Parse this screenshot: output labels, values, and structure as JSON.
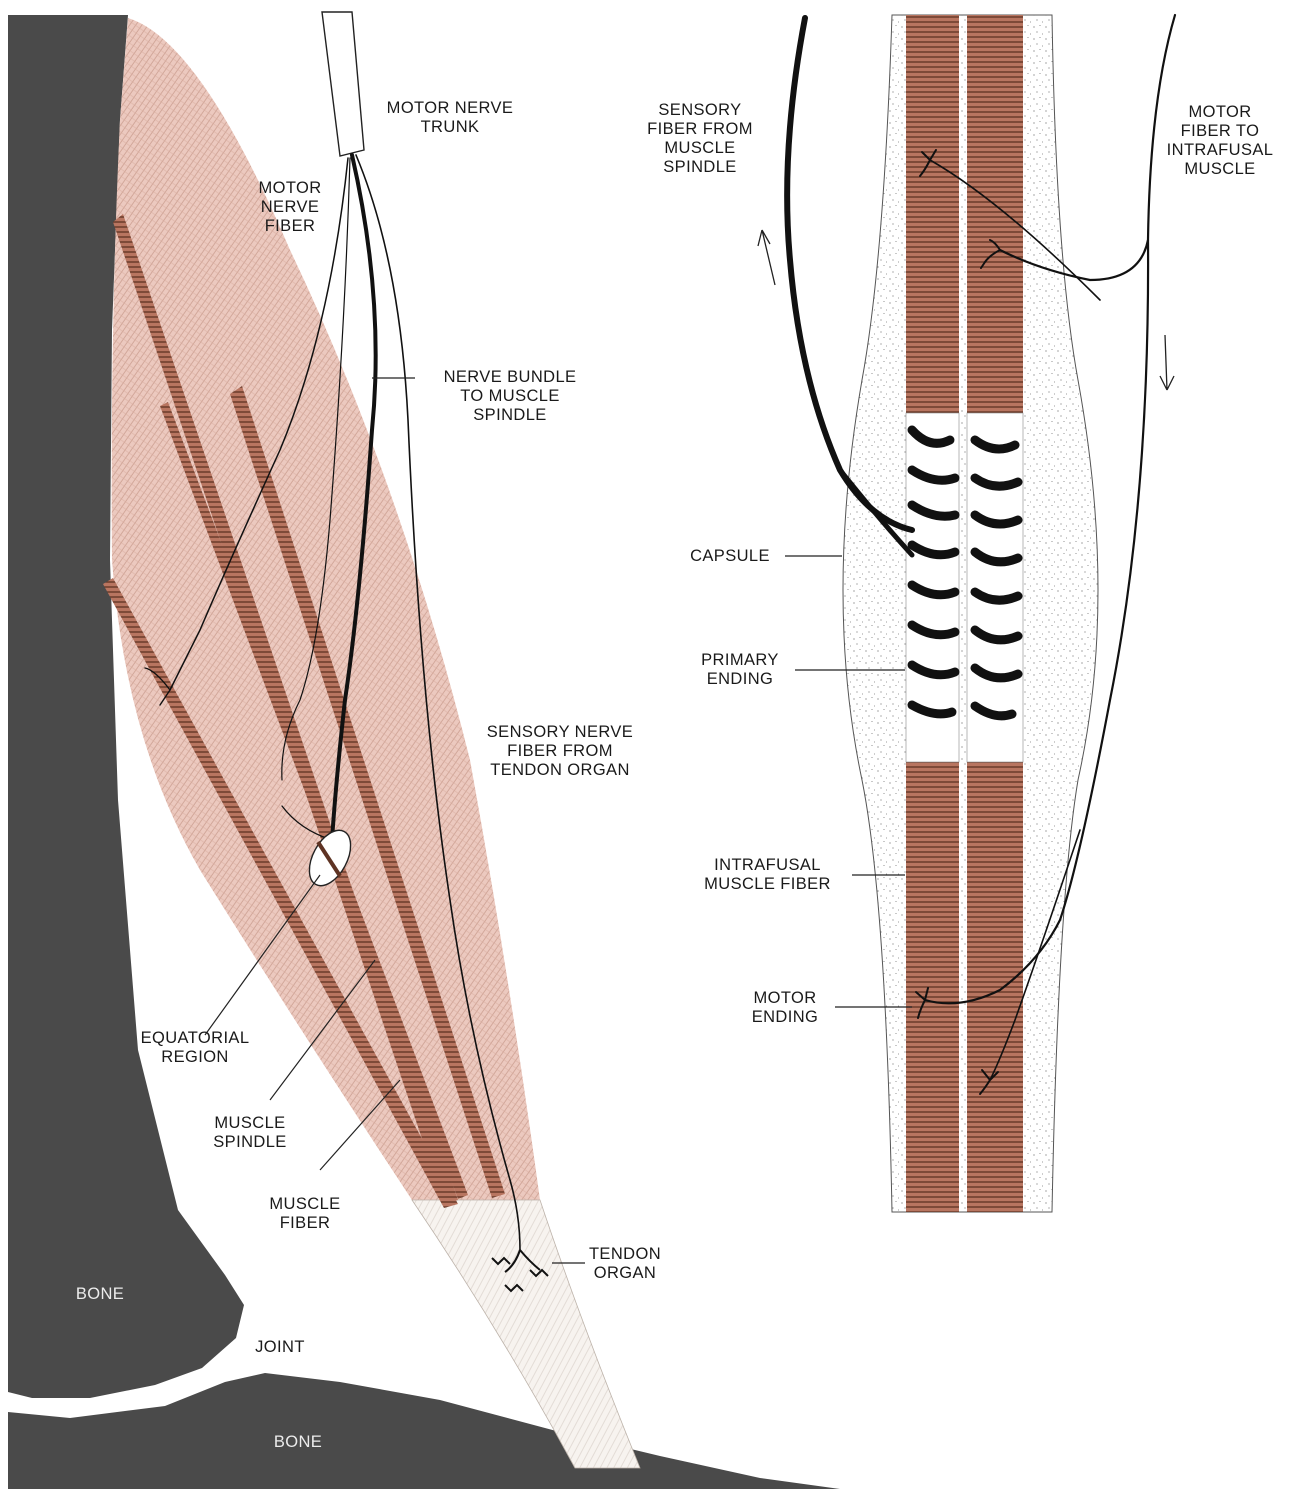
{
  "labels": {
    "motor_nerve_trunk": "MOTOR NERVE\nTRUNK",
    "motor_nerve_fiber": "MOTOR\nNERVE\nFIBER",
    "nerve_bundle": "NERVE BUNDLE\nTO MUSCLE\nSPINDLE",
    "sensory_nerve_fiber_tendon": "SENSORY NERVE\nFIBER FROM\nTENDON ORGAN",
    "equatorial_region": "EQUATORIAL\nREGION",
    "muscle_spindle": "MUSCLE\nSPINDLE",
    "muscle_fiber": "MUSCLE\nFIBER",
    "tendon_organ": "TENDON\nORGAN",
    "bone_upper": "BONE",
    "joint": "JOINT",
    "bone_lower": "BONE",
    "sensory_fiber_spindle": "SENSORY\nFIBER FROM\nMUSCLE\nSPINDLE",
    "motor_fiber_intrafusal": "MOTOR\nFIBER TO\nINTRAFUSAL\nMUSCLE",
    "capsule": "CAPSULE",
    "primary_ending": "PRIMARY\nENDING",
    "intrafusal_fiber": "INTRAFUSAL\nMUSCLE FIBER",
    "motor_ending": "MOTOR\nENDING"
  },
  "colors": {
    "bone": "#4a4a4a",
    "muscle": "#ecc9bf",
    "fiber": "#b87560",
    "striation": "#5e3323",
    "tendon": "#f7f3ef",
    "nerve": "#111111",
    "capsule_dots": "#7a7a7a",
    "label_text": "#1a1a1a",
    "bone_text": "#ececec"
  }
}
